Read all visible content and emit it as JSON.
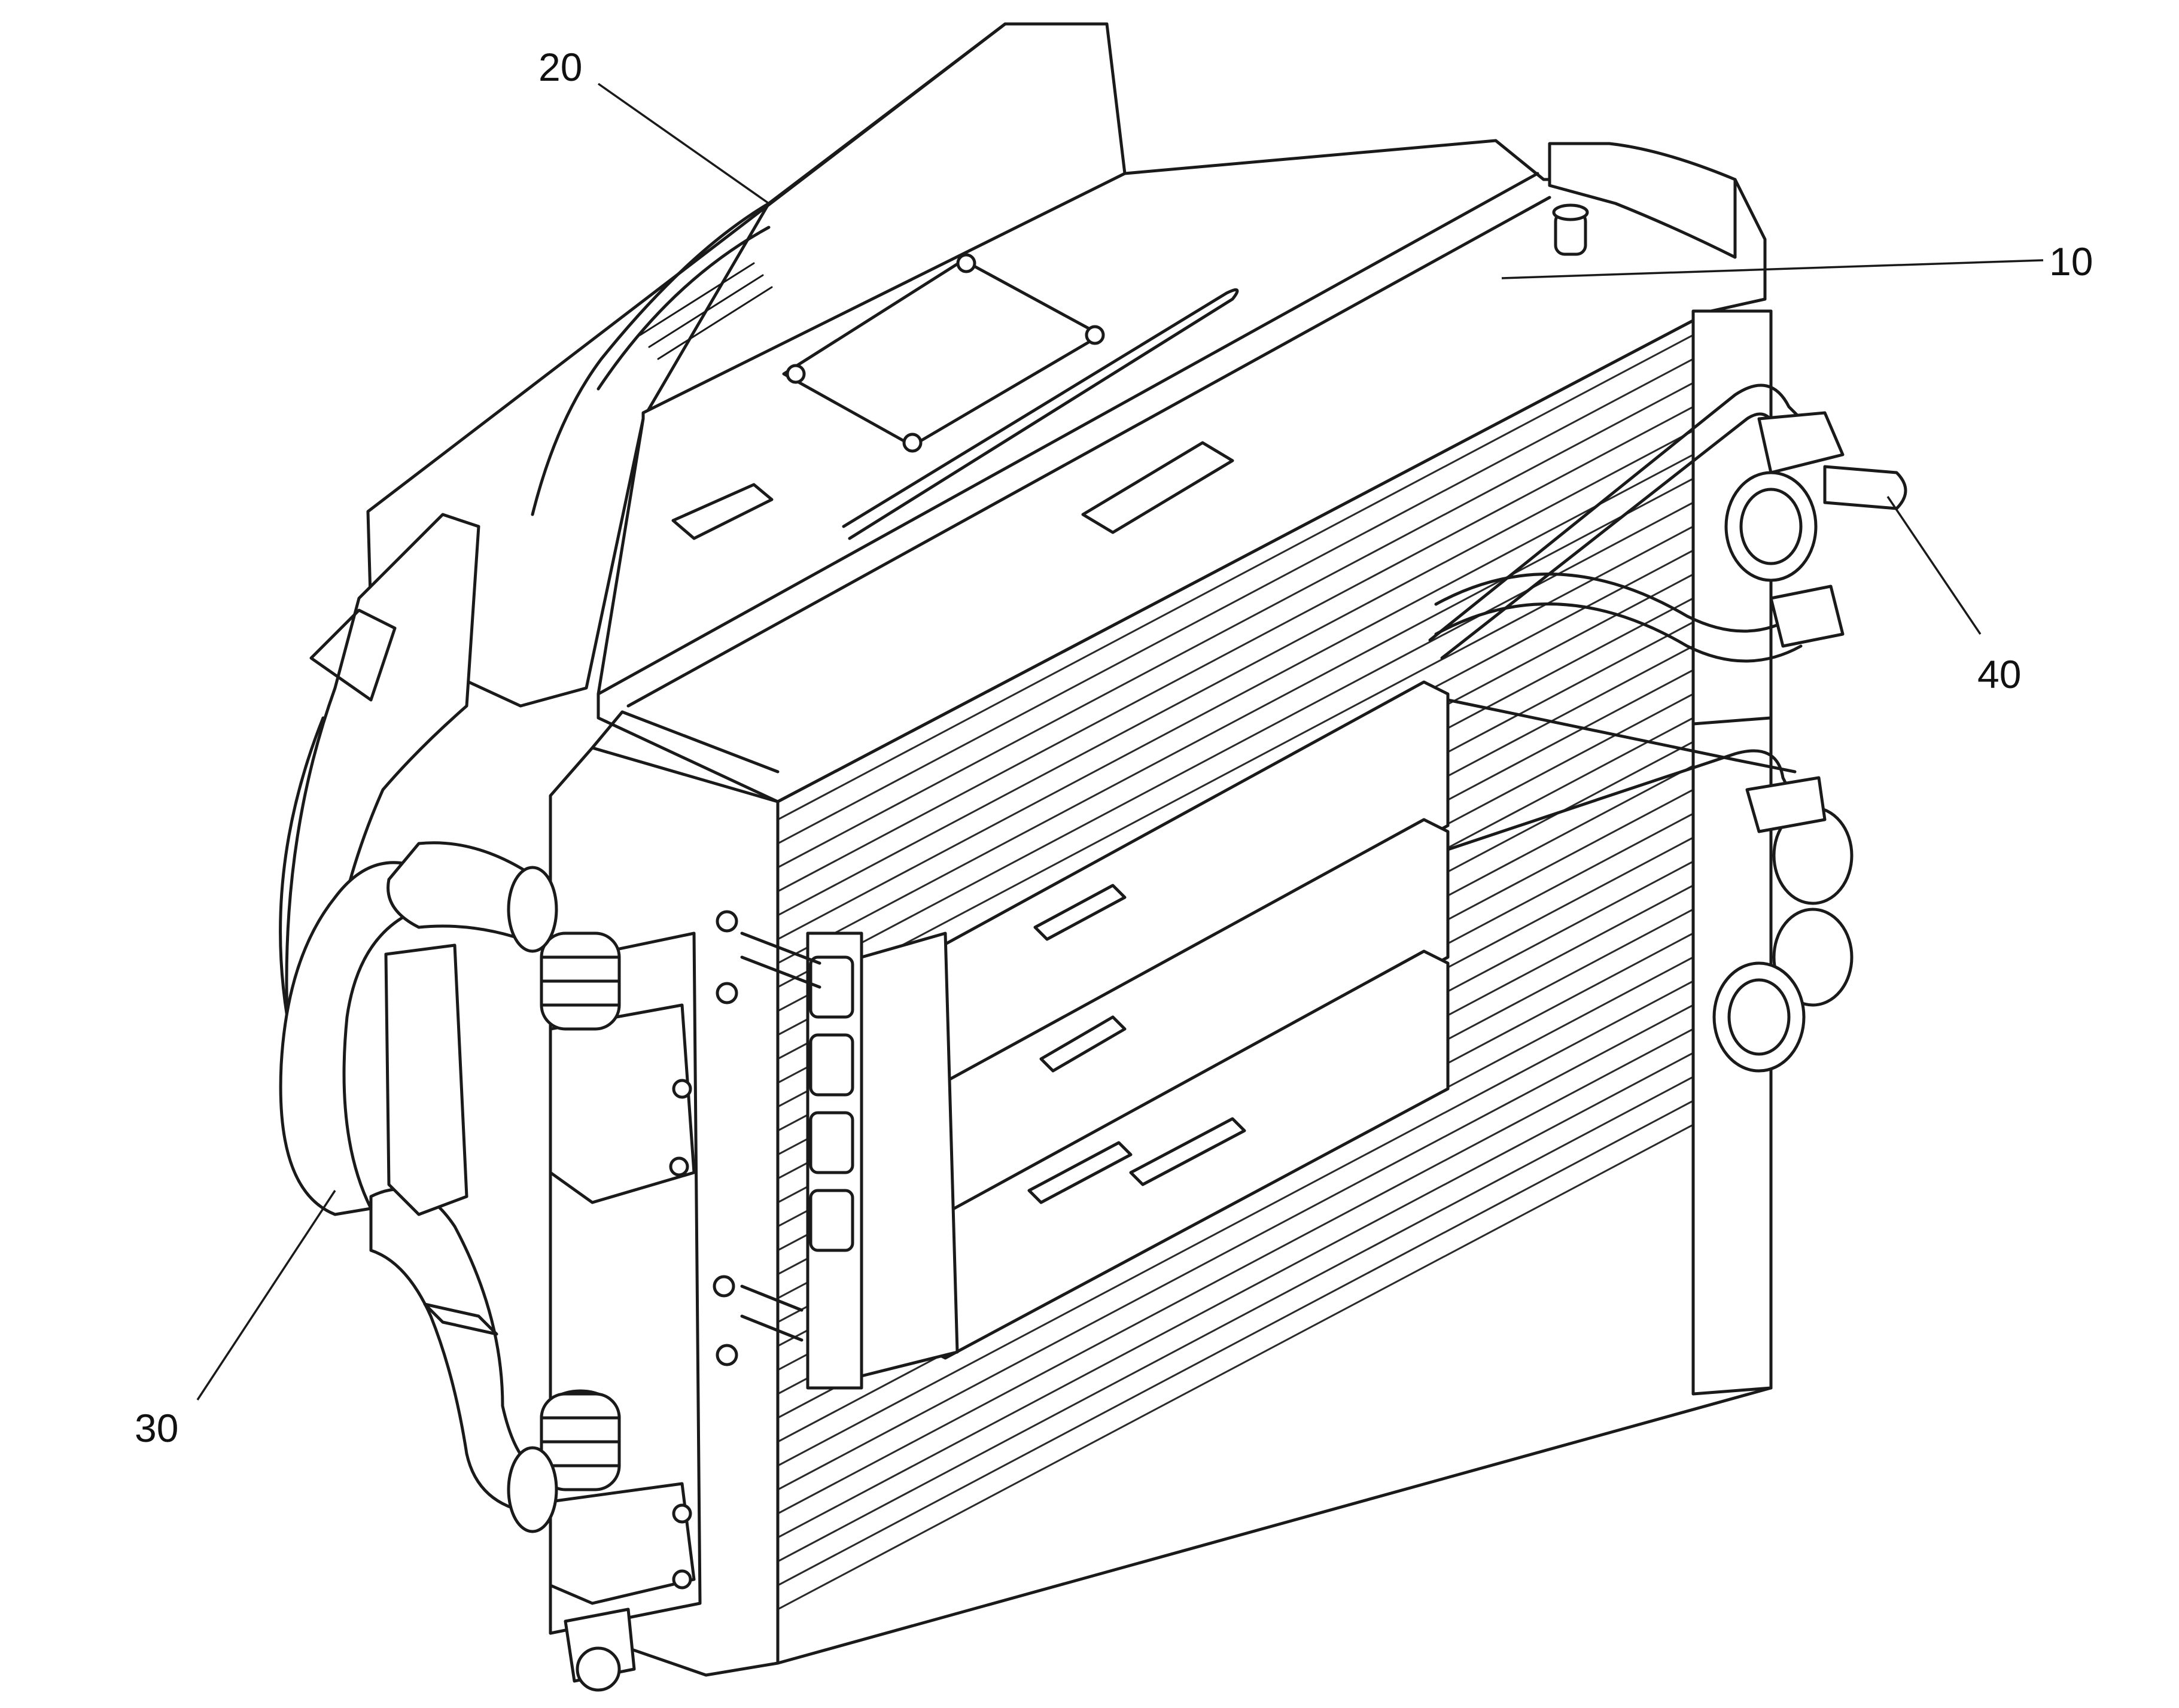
{
  "callouts": {
    "c10": "10",
    "c20": "20",
    "c30": "30",
    "c40": "40"
  },
  "colors": {
    "line": "#1a1a1a",
    "background": "#ffffff"
  }
}
